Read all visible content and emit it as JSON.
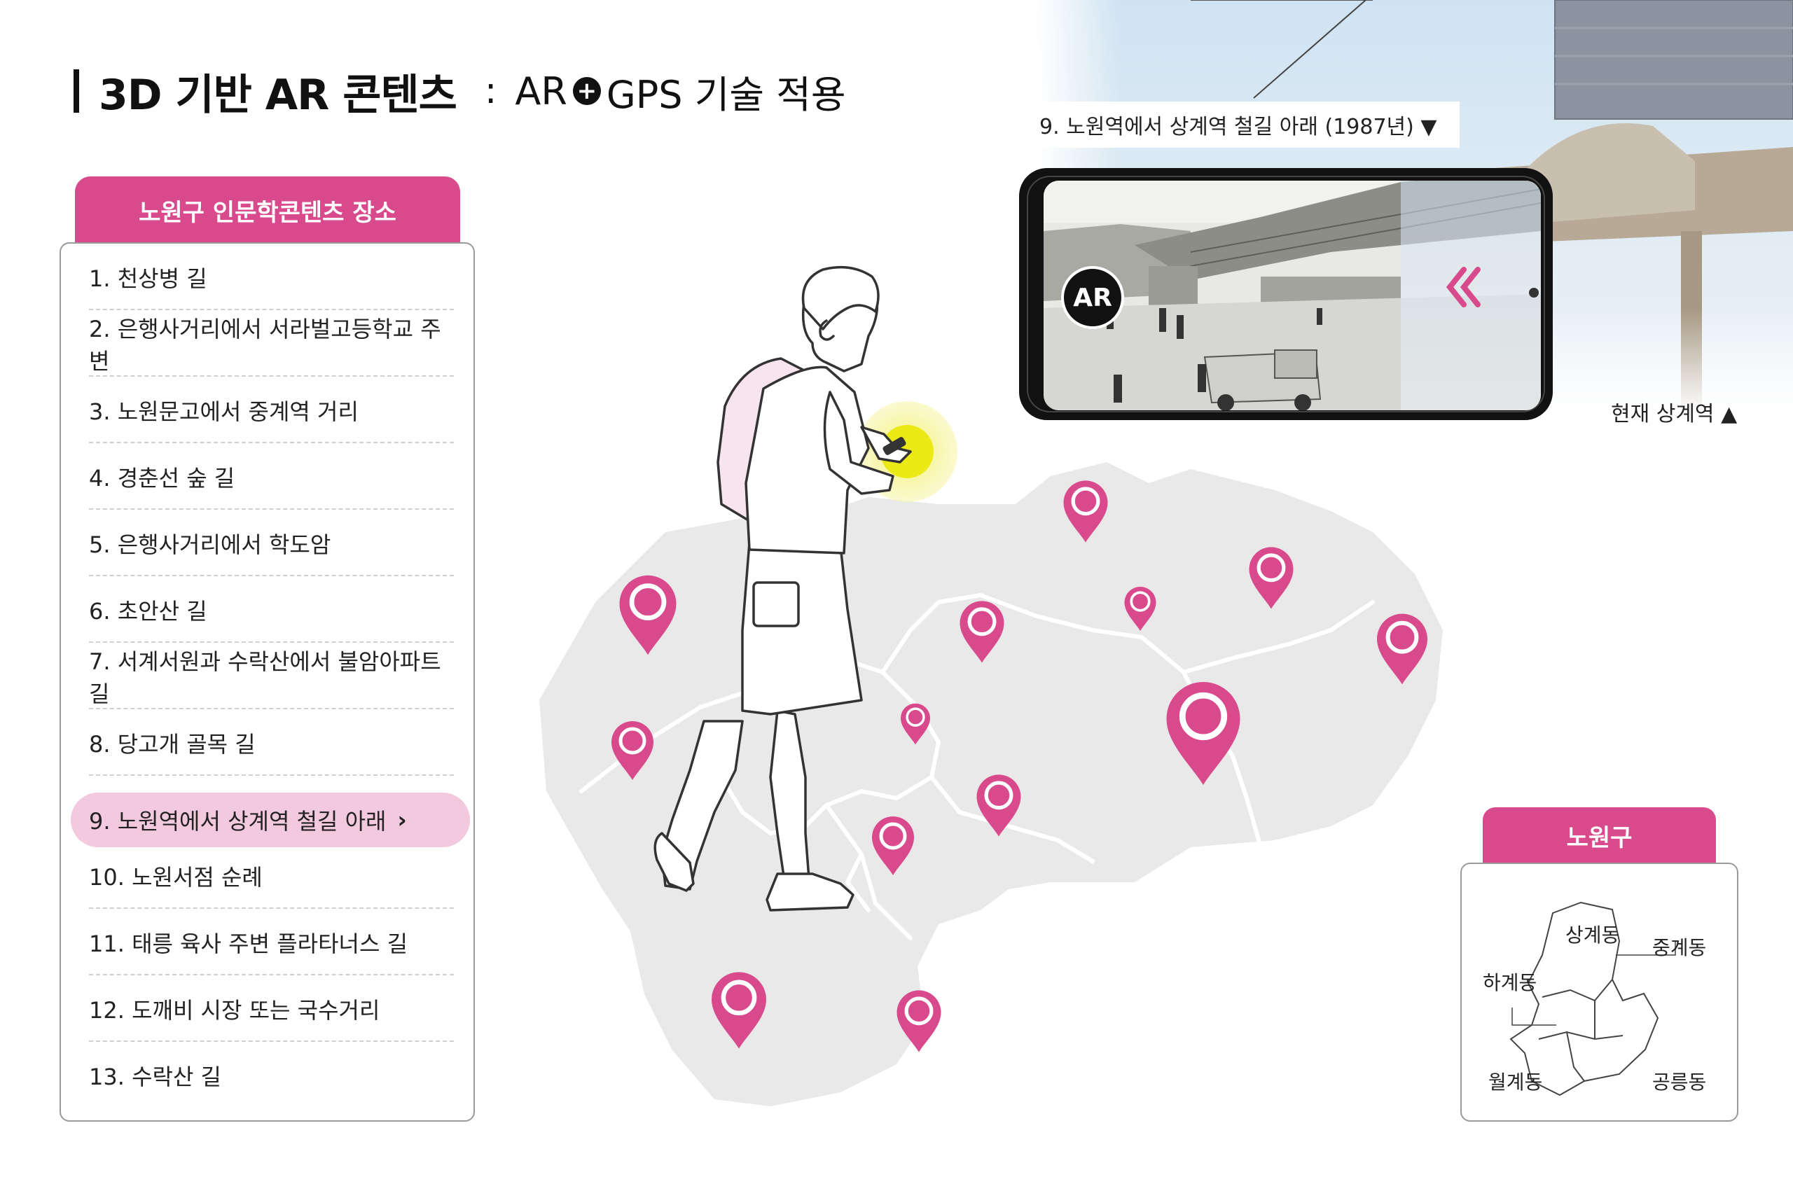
{
  "title": {
    "main": "3D 기반 AR 콘텐츠",
    "separator": ":",
    "sub_left": "AR",
    "plus": "+",
    "sub_right": "GPS 기술 적용"
  },
  "places": {
    "header": "노원구 인문학콘텐츠 장소",
    "items": [
      "1. 천상병 길",
      "2. 은행사거리에서 서라벌고등학교 주변",
      "3. 노원문고에서 중계역 거리",
      "4. 경춘선 숲 길",
      "5. 은행사거리에서 학도암",
      "6. 초안산 길",
      "7. 서계서원과 수락산에서 불암아파트 길",
      "8. 당고개 골목 길",
      "9. 노원역에서 상계역 철길 아래",
      "10. 노원서점 순례",
      "11. 태릉 육사 주변 플라타너스 길",
      "12. 도깨비 시장 또는 국수거리",
      "13. 수락산 길"
    ],
    "selected_index": 8,
    "selected_chevron": "›"
  },
  "photo": {
    "past_caption": "9. 노원역에서 상계역 철길 아래 (1987년) ▼",
    "ar_badge": "AR",
    "current_caption": "현재 상계역 ▲"
  },
  "district": {
    "header": "노원구",
    "dongs": [
      "상계동",
      "중계동",
      "하계동",
      "월계동",
      "공릉동"
    ]
  },
  "colors": {
    "accent": "#d94a8c",
    "active_row": "#f3c9dd",
    "map_fill": "#e9e9e9",
    "phone_glow": "#ecea16"
  }
}
